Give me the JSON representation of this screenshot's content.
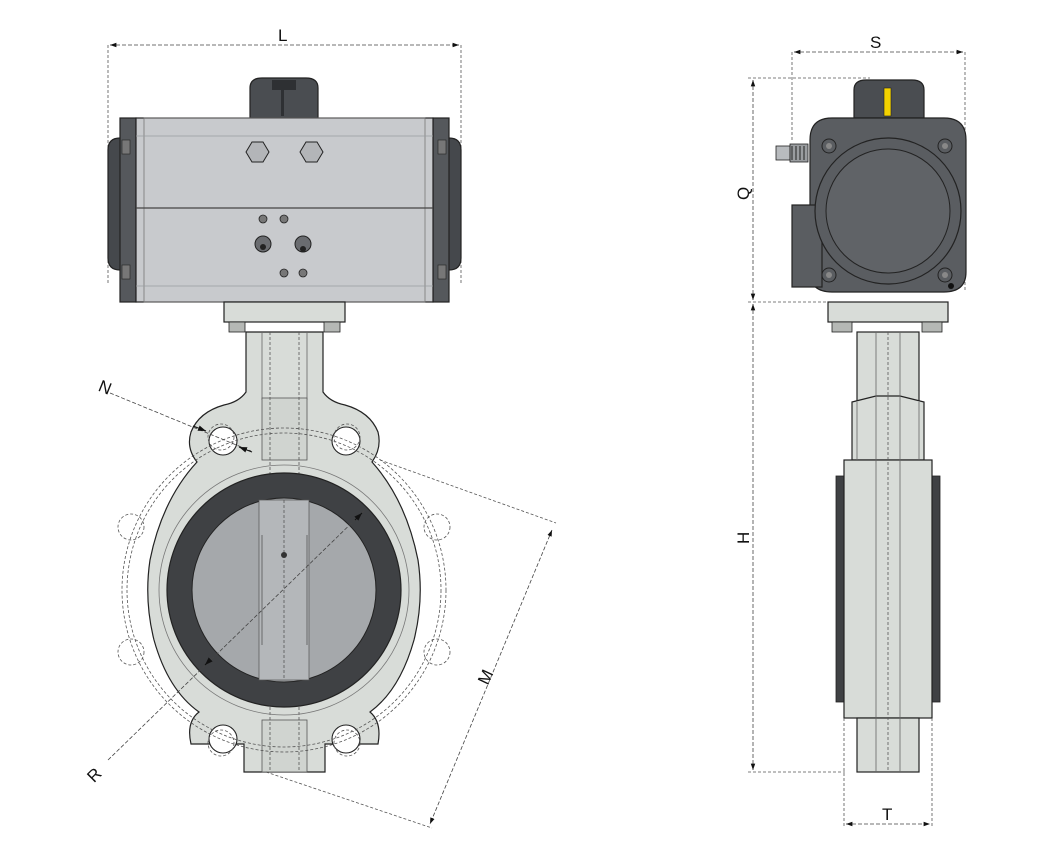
{
  "dimension_labels": {
    "L": "L",
    "S": "S",
    "Q": "Q",
    "H": "H",
    "T": "T",
    "N": "N",
    "M": "M",
    "R": "R"
  },
  "colors": {
    "actuator_body": "#c8cacd",
    "actuator_dark": "#55585c",
    "end_cap": "#45484c",
    "valve_body": "#d8dcd8",
    "liner": "#3f4144",
    "disc": "#a5a8ab",
    "indicator_yellow": "#f4d200",
    "line": "#222222"
  },
  "icons": [
    "butterfly-valve-front-view",
    "butterfly-valve-side-view",
    "pneumatic-actuator"
  ]
}
